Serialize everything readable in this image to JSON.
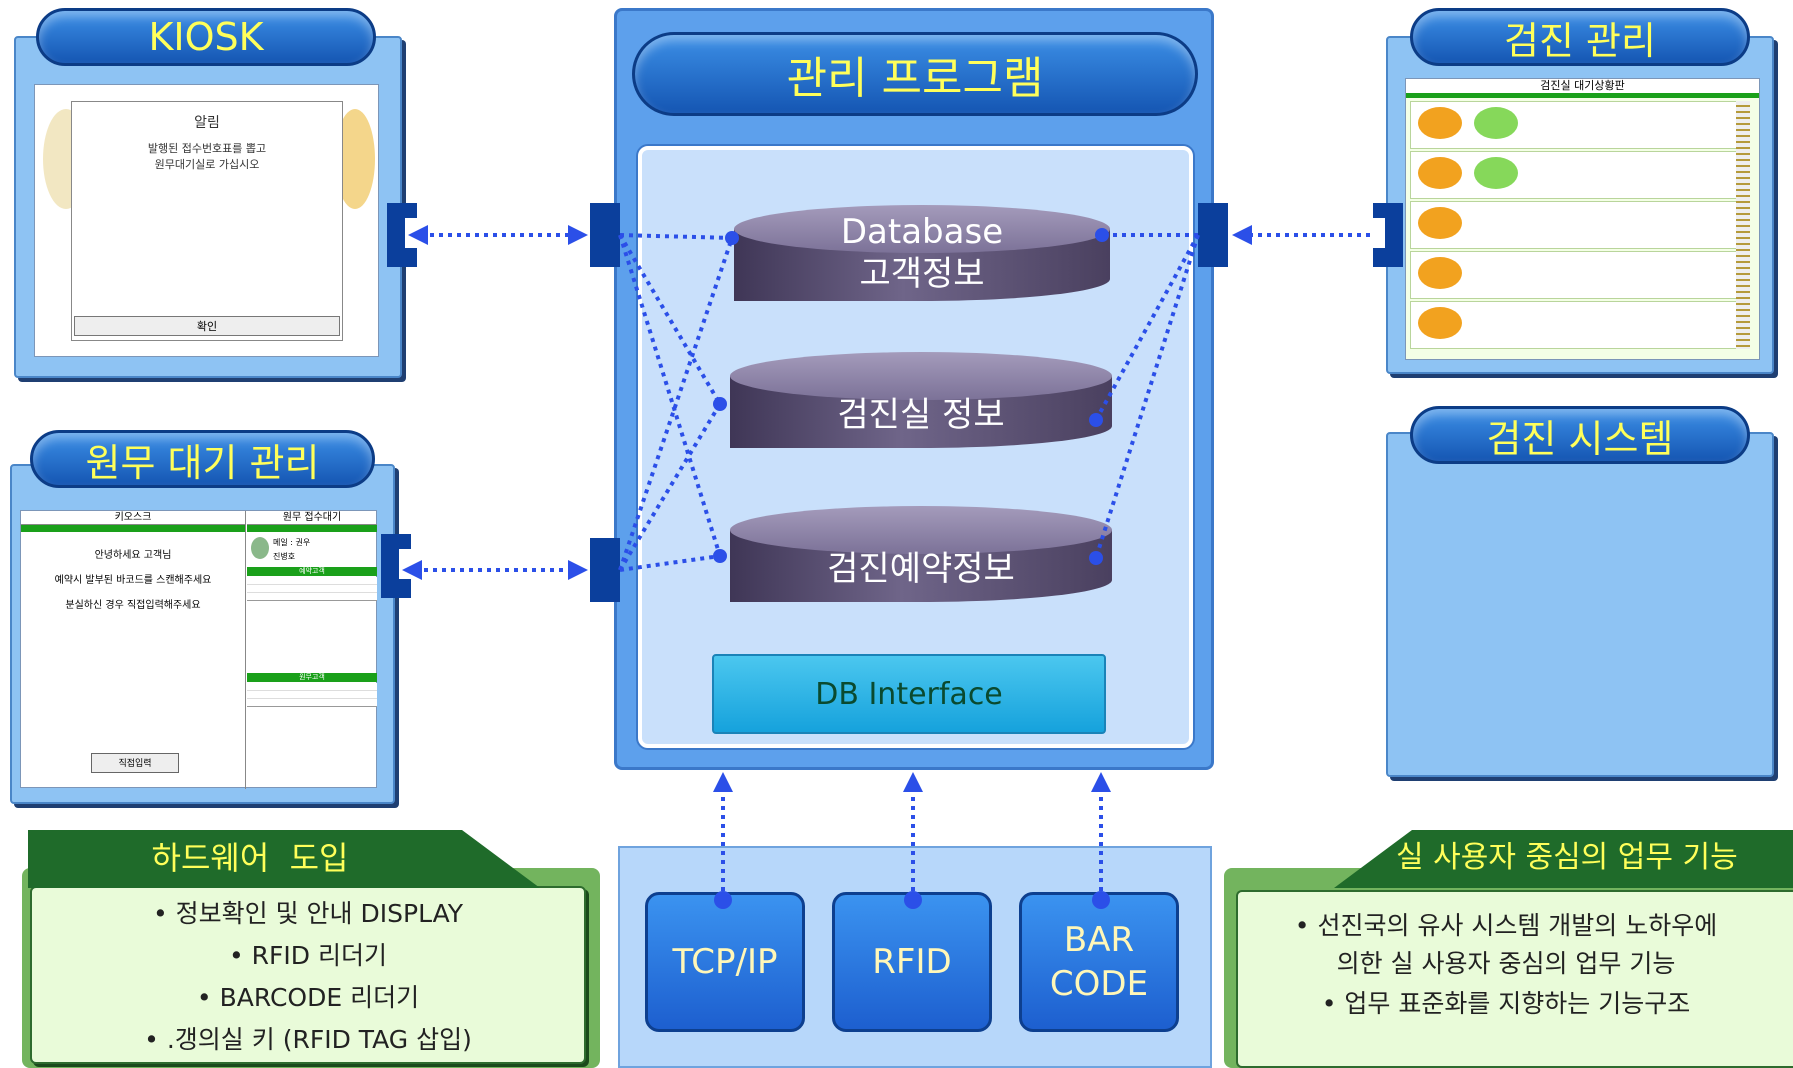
{
  "kiosk": {
    "title": "KIOSK",
    "dialog_title": "알림",
    "dialog_msg1": "발행된 접수번호표를 뽑고",
    "dialog_msg2": "원무대기실로 가십시오",
    "dialog_button": "확인"
  },
  "wonmu": {
    "title": "원무 대기 관리",
    "left_header": "키오스크",
    "right_header": "원무 접수대기",
    "msg1": "안녕하세요 고객님",
    "msg2": "예약시 발부된 바코드를 스캔해주세요",
    "msg3": "분실하신 경우 직접입력해주세요",
    "button": "직접입력",
    "patient_room": "메일 : 권우",
    "patient_name": "진병호",
    "section1": "예약고객",
    "section2": "원무고객"
  },
  "checkup_mgmt": {
    "title": "검진 관리",
    "board_title": "검진실 대기상황판"
  },
  "checkup_system": {
    "title": "검진 시스템"
  },
  "central": {
    "title": "관리 프로그램",
    "db1_line1": "Database",
    "db1_line2": "고객정보",
    "db2": "검진실 정보",
    "db3": "검진예약정보",
    "db_interface": "DB Interface"
  },
  "protocols": [
    "TCP/IP",
    "RFID",
    "BAR",
    "CODE"
  ],
  "hardware": {
    "title": "하드웨어  도입",
    "items": [
      "• 정보확인 및 안내 DISPLAY",
      "• RFID 리더기",
      "• BARCODE 리더기",
      "• .갱의실 키 (RFID TAG 삽입)"
    ]
  },
  "user_centric": {
    "title": "실 사용자 중심의 업무 기능",
    "items": [
      "• 선진국의 유사 시스템 개발의 노하우에",
      "의한 실 사용자 중심의 업무 기능",
      "• 업무 표준화를 지향하는 기능구조"
    ]
  },
  "colors": {
    "panel_blue": "#8ec3f3",
    "pill_blue": "#1556b3",
    "title_yellow": "#ffff5a",
    "green_dark": "#2e6b2e",
    "green_light": "#e9fbd9",
    "dotted_link": "#2b4fe8"
  }
}
